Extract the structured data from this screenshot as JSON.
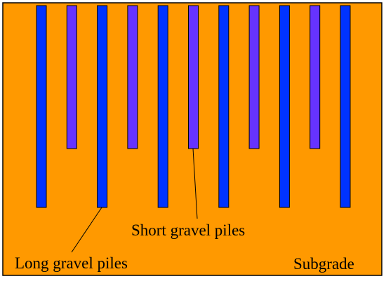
{
  "diagram": {
    "labels": {
      "short_piles": "Short gravel piles",
      "long_piles": "Long gravel piles",
      "subgrade": "Subgrade"
    },
    "pile_sequence": [
      "long",
      "short",
      "long",
      "short",
      "long",
      "short",
      "long",
      "short",
      "long",
      "short",
      "long"
    ],
    "colors": {
      "subgrade": "#FF9900",
      "long_pile": "#0033FF",
      "short_pile": "#6633FF",
      "outline": "#000000",
      "leader": "#000000"
    }
  }
}
